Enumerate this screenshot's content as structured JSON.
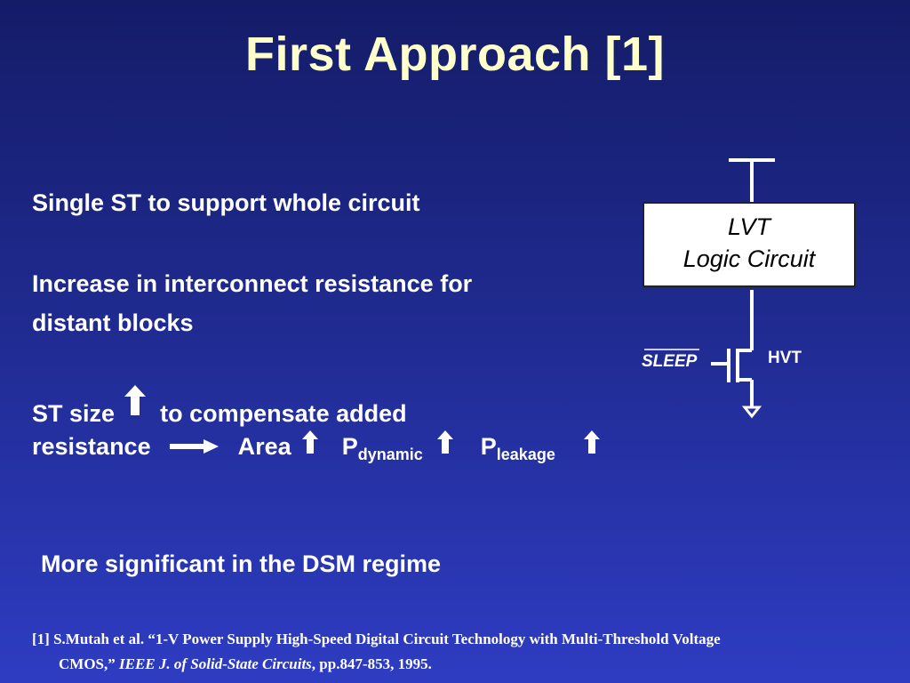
{
  "slide": {
    "title": "First Approach [1]",
    "bullets": {
      "b1": "Single ST to support whole circuit",
      "b2_line1": "Increase in interconnect resistance for",
      "b2_line2": "distant blocks",
      "b3_line1_a": "ST size",
      "b3_line1_b": "to compensate added",
      "b3_line2_resistance": "resistance",
      "b3_line2_area": "Area",
      "p_dynamic_main": "P",
      "p_dynamic_sub": "dynamic",
      "p_leakage_main": "P",
      "p_leakage_sub": "leakage",
      "b4": "More significant in the DSM regime"
    },
    "diagram": {
      "box_line1": "LVT",
      "box_line2": "Logic Circuit",
      "sleep_label": "SLEEP",
      "hvt_label": "HVT"
    },
    "reference": {
      "part1": "[1] S.Mutah et al. “1-V Power Supply High-Speed Digital Circuit Technology with Multi-Threshold Voltage",
      "part2": "CMOS,”",
      "journal": "IEEE J. of Solid-State Circuits",
      "part3": ", pp.847-853, 1995."
    },
    "colors": {
      "title": "#ffffcc",
      "background_top": "#141c68",
      "background_bottom": "#2e3cc2"
    }
  }
}
